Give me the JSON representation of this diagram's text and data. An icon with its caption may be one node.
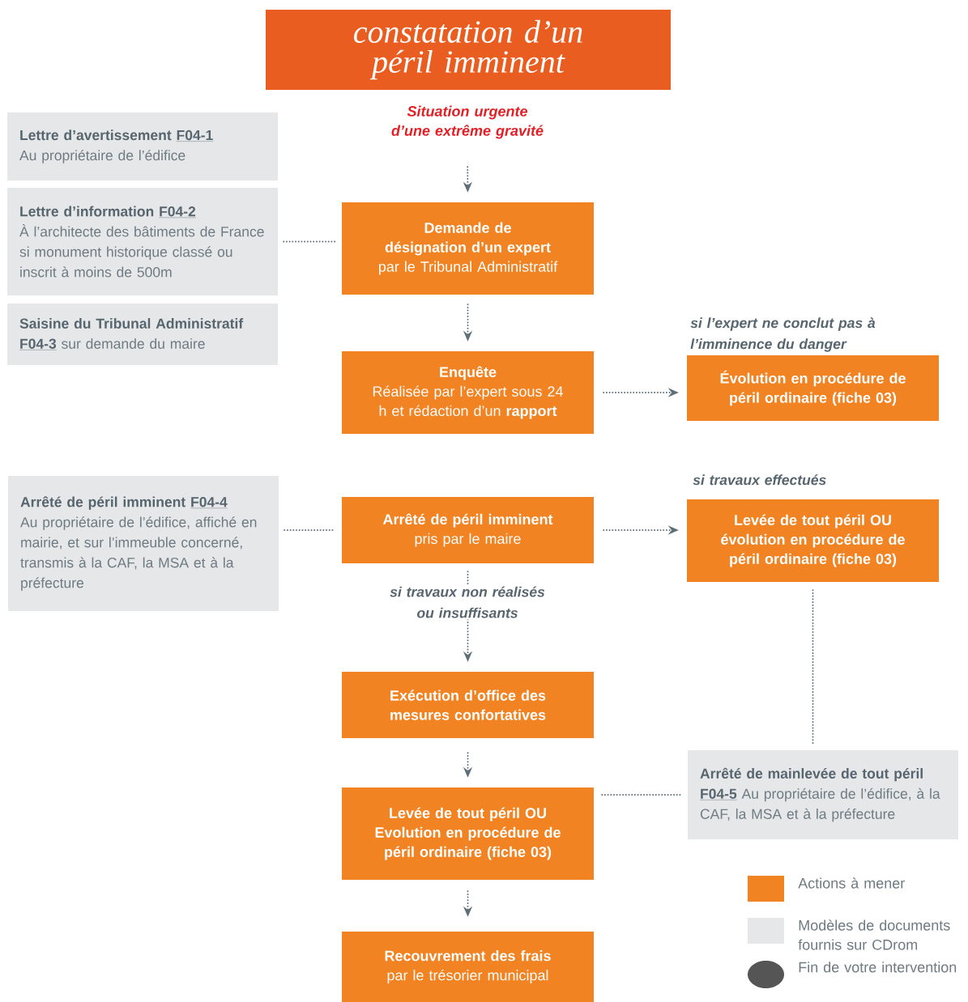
{
  "diagram": {
    "title": "constatation d’un péril imminent",
    "nodes": [
      {
        "text": [
          "Situation urgente d’une extrême gravité"
        ]
      },
      {
        "text": [
          "Lettre d’avertissement",
          "F04-1",
          "Au propriétaire de l’édifice"
        ]
      },
      {
        "text": [
          "Lettre d’information",
          "F04-2",
          "À l’architecte des bâtiments de France si monument historique classé ou inscrit à moins de 500m"
        ]
      },
      {
        "text": [
          "Saisine du Tribunal Administratif",
          "F04-3",
          "sur demande du maire"
        ]
      },
      {
        "text": [
          "Demande de désignation d’un expert",
          "par le Tribunal Administratif"
        ]
      },
      {
        "text": [
          "Enquête",
          "Réalisée par l’expert sous 24 h et rédaction d’un **rapport**"
        ]
      },
      {
        "text": [
          "Évolution en procédure de péril ordinaire (fiche 03)"
        ],
        "beside": [
          "si l’expert ne conclut pas à l’imminence du danger"
        ]
      },
      {
        "text": [
          "Arrêté de péril imminent",
          "pris par le maire"
        ]
      },
      {
        "text": [
          "Arrêté de péril imminent",
          "F04-4",
          "Au propriétaire de l’édifice, affiché en mairie, et sur l’immeuble concerné, transmis à la CAF, la MSA et à la préfecture"
        ]
      },
      {
        "text": [
          "Levée de tout péril OU évolution en procédure de péril ordinaire (fiche 03)"
        ],
        "beside": [
          "si travaux effectués"
        ]
      },
      {
        "text": [
          "Exécution d’office des mesures confortatives"
        ]
      },
      {
        "text": [
          "Levée de tout péril OU Evolution en procédure de péril ordinaire (fiche 03)"
        ]
      },
      {
        "text": [
          "Arrêté de mainlevée de tout péril",
          "F04-5",
          "Au propriétaire de l’édifice, à la CAF, la MSA et à la préfecture"
        ]
      },
      {
        "text": [
          "Recouvrement des frais",
          "par le trésorier municipal"
        ]
      }
    ],
    "edges": [
      {
        "from": 0,
        "to": 4,
        "arrow": "to"
      },
      {
        "from": 2,
        "to": 4,
        "arrow": "none"
      },
      {
        "from": 4,
        "to": 5,
        "arrow": "to"
      },
      {
        "from": 5,
        "to": 6,
        "arrow": "to"
      },
      {
        "from": 8,
        "to": 7,
        "arrow": "none"
      },
      {
        "from": 7,
        "to": 9,
        "arrow": "to"
      },
      {
        "from": 7,
        "to": 10,
        "arrow": "to",
        "label": "si travaux non réalisés ou insuffisants"
      },
      {
        "from": 9,
        "to": 12,
        "arrow": "none"
      },
      {
        "from": 10,
        "to": 11,
        "arrow": "to"
      },
      {
        "from": 11,
        "to": 12,
        "arrow": "none"
      },
      {
        "from": 11,
        "to": 13,
        "arrow": "to"
      }
    ],
    "legend": [
      {
        "text": "Actions à mener",
        "color": "#f28322"
      },
      {
        "text": "Modèles de documents fournis sur CDrom",
        "color": "#e6e7e8"
      },
      {
        "text": "Fin de votre intervention"
      }
    ]
  }
}
